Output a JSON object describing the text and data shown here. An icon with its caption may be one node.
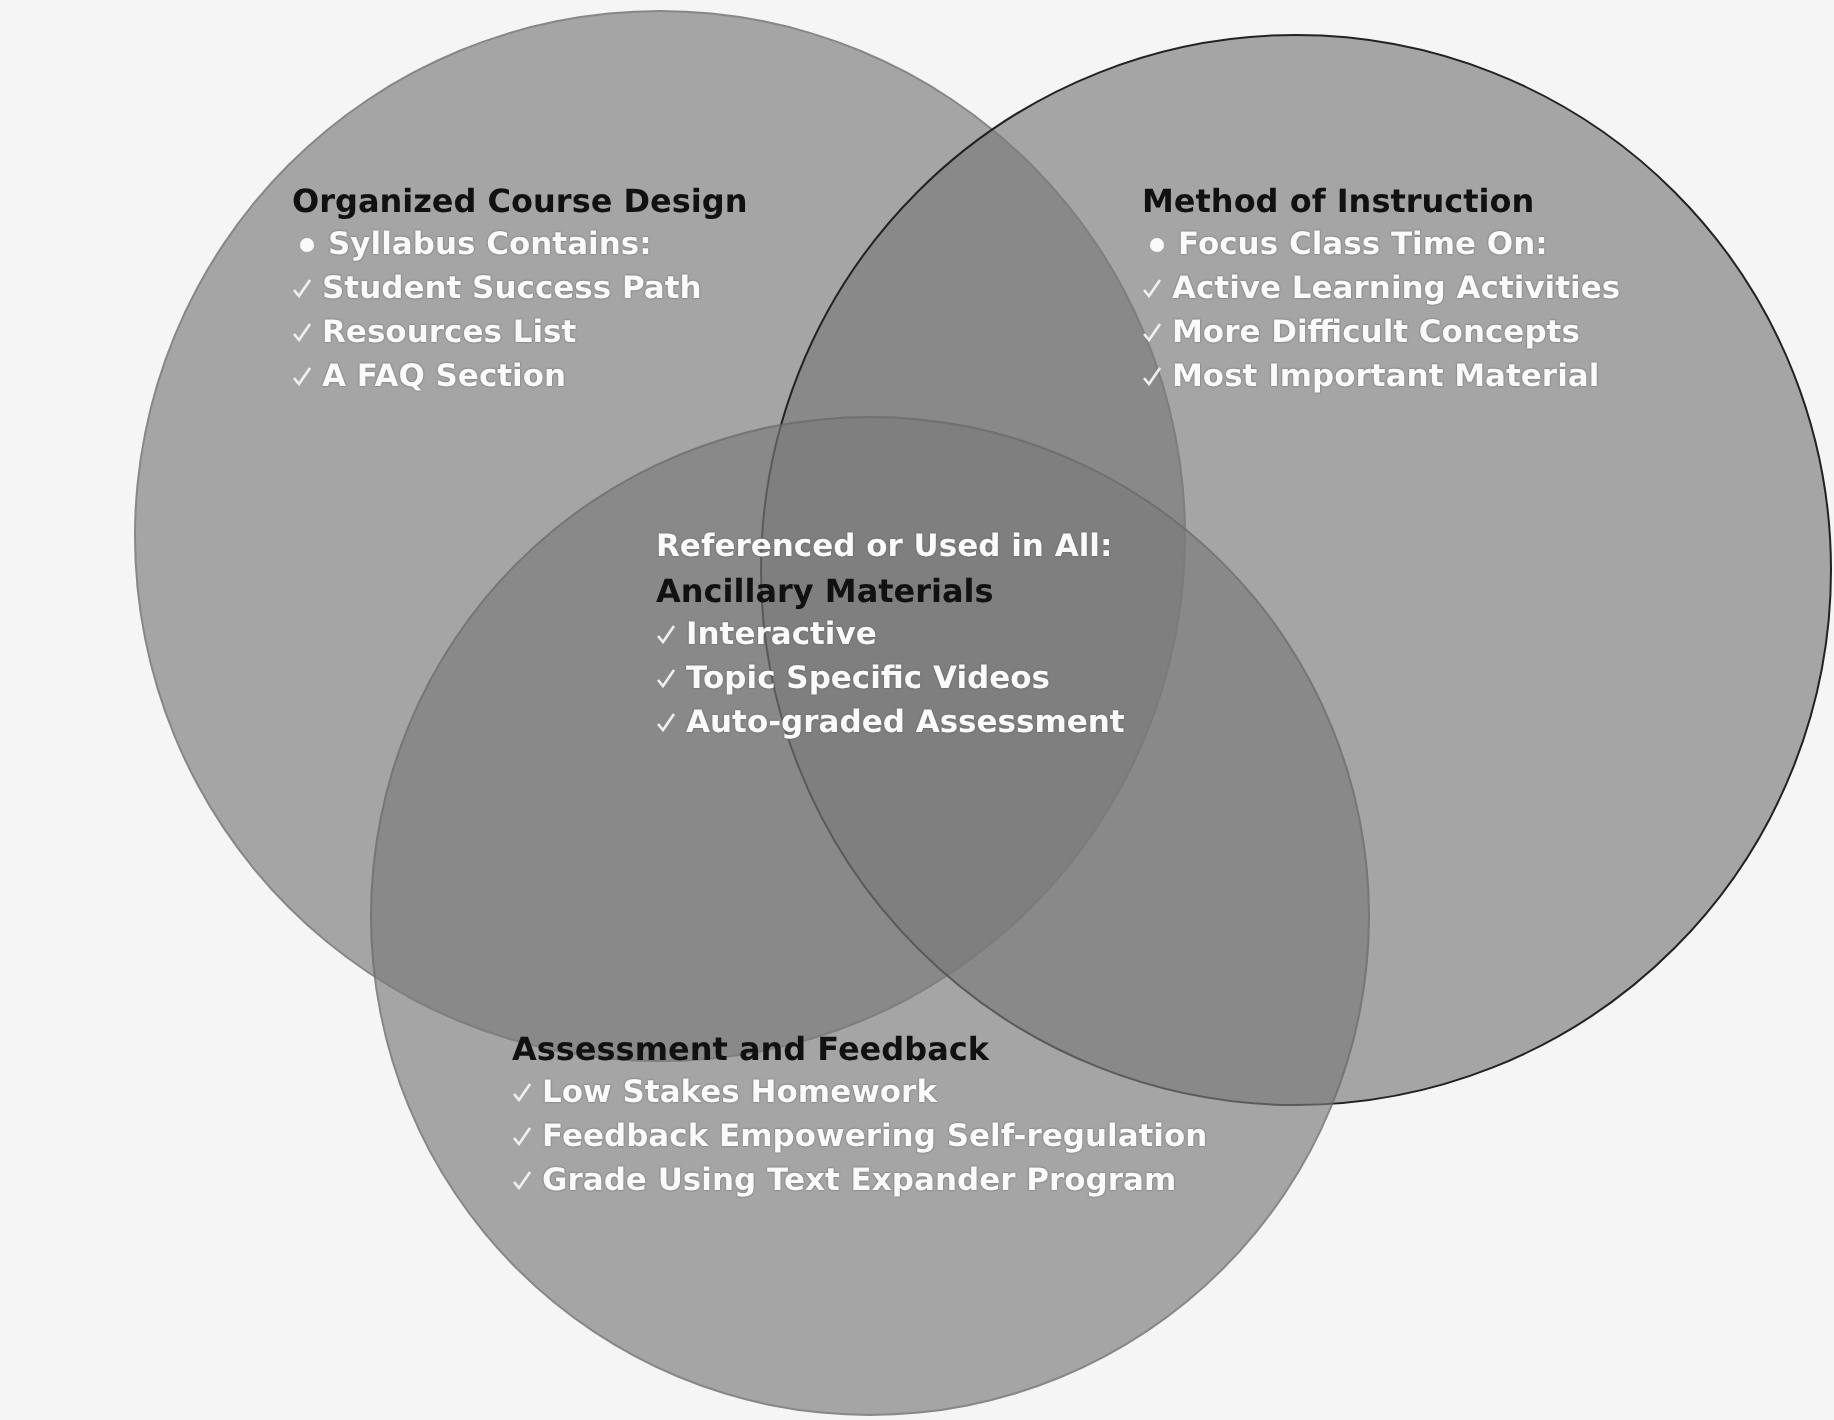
{
  "diagram": {
    "nodes": [
      {
        "text": [
          "Organized Course Design",
          "Syllabus Contains:",
          "Student Success Path",
          "Resources List",
          "A FAQ Section"
        ]
      },
      {
        "text": [
          "Method of Instruction",
          "Focus Class Time On:",
          "Active Learning Activities",
          "More Difficult Concepts",
          "Most Important Material"
        ]
      },
      {
        "text": [
          "Assessment and Feedback",
          "Low Stakes Homework",
          "Feedback Empowering Self-regulation",
          "Grade Using Text Expander Program"
        ]
      }
    ],
    "labels": [
      "Referenced or Used in All:",
      "Ancillary Materials",
      "Interactive",
      "Topic Specific Videos",
      "Auto-graded Assessment"
    ]
  }
}
